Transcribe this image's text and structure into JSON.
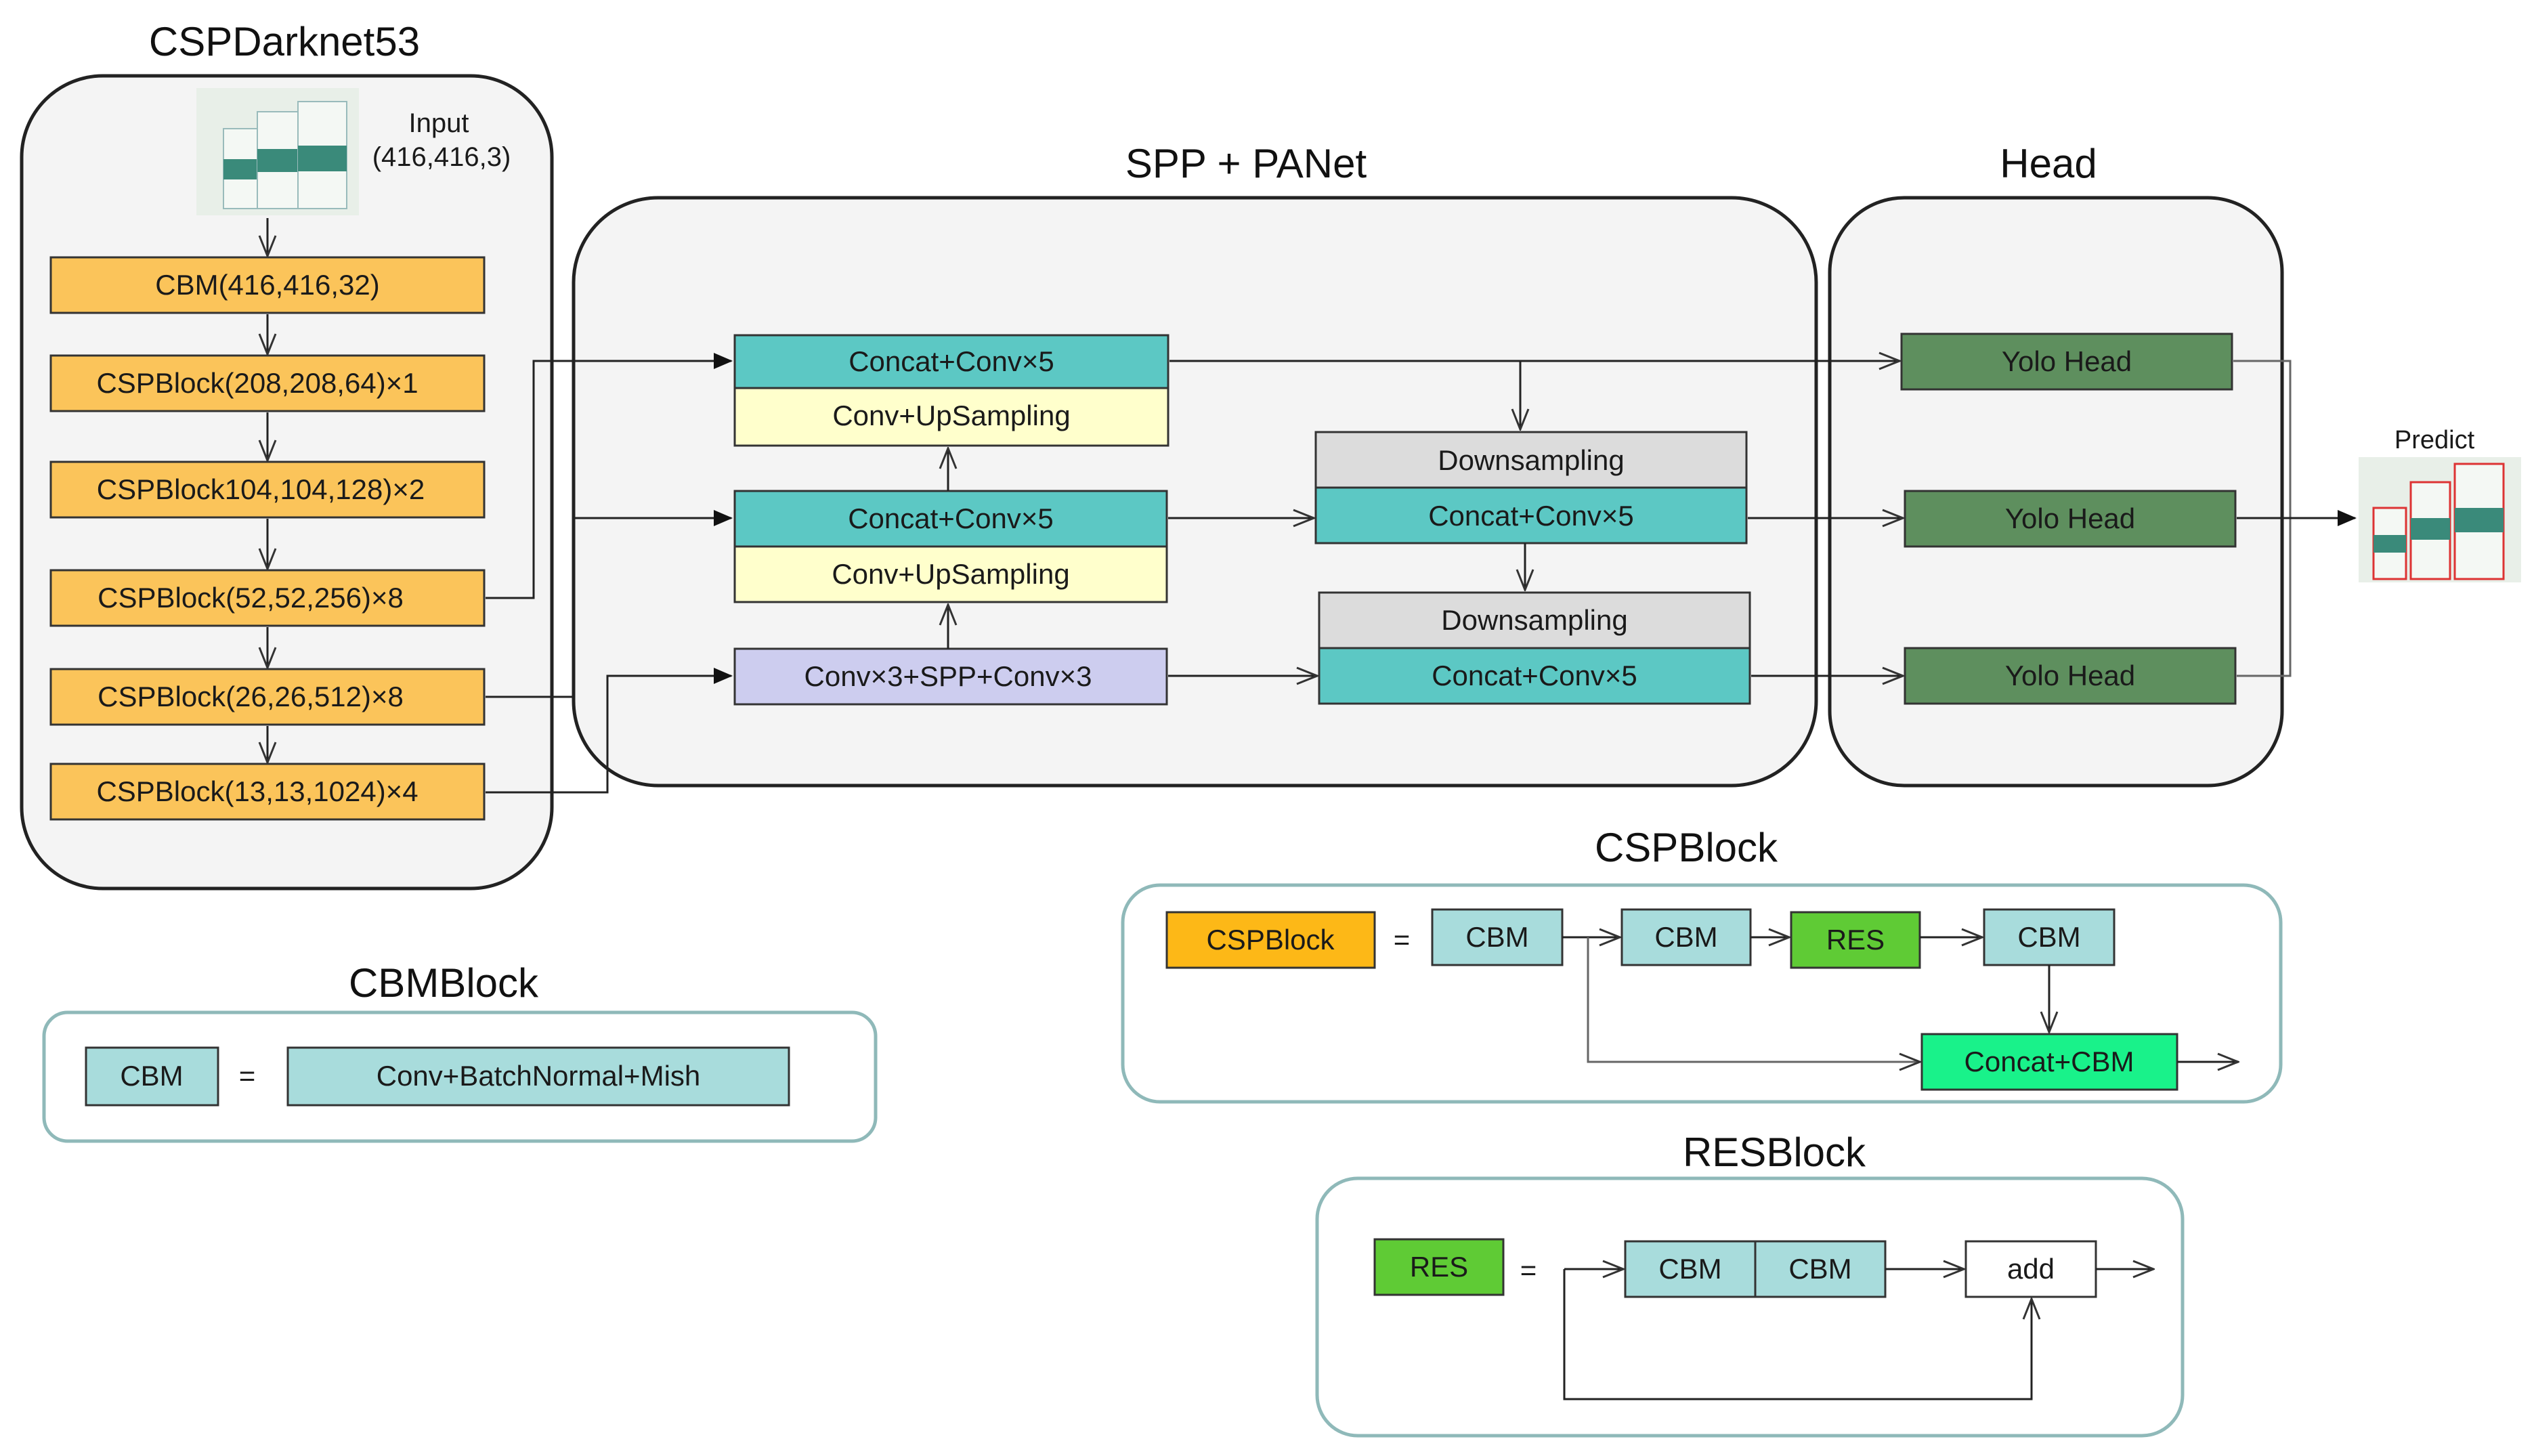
{
  "backbone": {
    "title": "CSPDarknet53",
    "input_label": "Input",
    "input_shape": "(416,416,3)",
    "blocks": [
      "CBM(416,416,32)",
      "CSPBlock(208,208,64)×1",
      "CSPBlock104,104,128)×2",
      "CSPBlock(52,52,256)×8",
      "CSPBlock(26,26,512)×8",
      "CSPBlock(13,13,1024)×4"
    ]
  },
  "neck": {
    "title": "SPP +  PANet",
    "upper_concat": "Concat+Conv×5",
    "upper_up": "Conv+UpSampling",
    "middle_concat": "Concat+Conv×5",
    "middle_up": "Conv+UpSampling",
    "spp": "Conv×3+SPP+Conv×3",
    "down1": "Downsampling",
    "down1_concat": "Concat+Conv×5",
    "down2": "Downsampling",
    "down2_concat": "Concat+Conv×5"
  },
  "head": {
    "title": "Head",
    "heads": [
      "Yolo Head",
      "Yolo Head",
      "Yolo Head"
    ],
    "predict_label": "Predict"
  },
  "cbm_block": {
    "title": "CBMBlock",
    "left": "CBM",
    "equals": "=",
    "right": "Conv+BatchNormal+Mish"
  },
  "csp_block": {
    "title": "CSPBlock",
    "name": "CSPBlock",
    "equals": "=",
    "cbm1": "CBM",
    "cbm2": "CBM",
    "res": "RES",
    "cbm3": "CBM",
    "concat": "Concat+CBM"
  },
  "res_block": {
    "title": "RESBlock",
    "name": "RES",
    "equals": "=",
    "cbm1": "CBM",
    "cbm2": "CBM",
    "add": "add"
  },
  "colors": {
    "backbone_block": "#fbc45a",
    "concat": "#5cc8c4",
    "upsampling": "#ffffcc",
    "spp": "#cdcdef",
    "downsampling": "#dcdcdc",
    "yolo_head": "#5e8f5e",
    "cbm": "#a8dcdc",
    "csp_name": "#fdb817",
    "res": "#5fcb35",
    "concat_cbm": "#19f28a"
  }
}
